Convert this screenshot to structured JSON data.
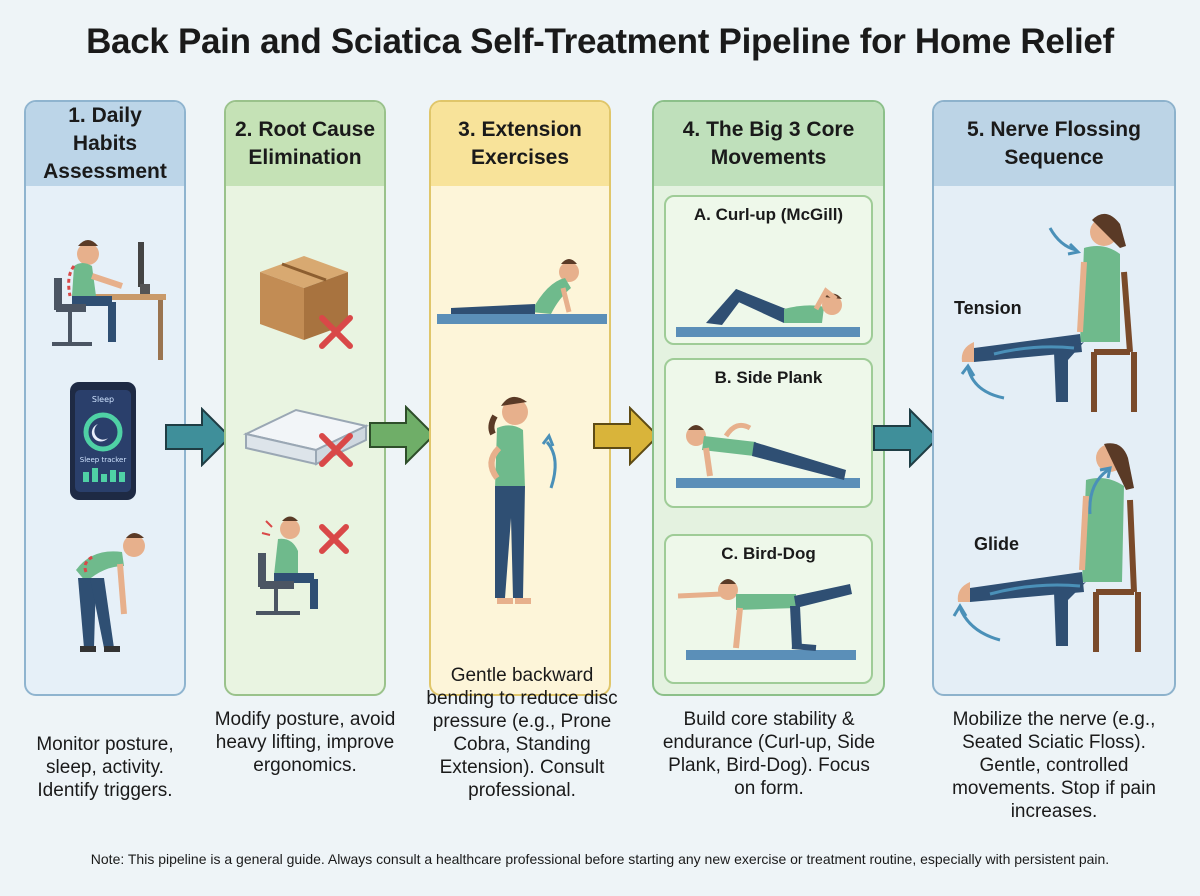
{
  "title": "Back Pain and Sciatica Self-Treatment Pipeline for Home Relief",
  "steps": [
    {
      "heading": "1. Daily Habits Assessment",
      "caption": "Monitor posture, sleep, activity. Identify triggers.",
      "phone": {
        "header": "Sleep",
        "label": "Sleep tracker"
      }
    },
    {
      "heading": "2. Root Cause Elimination",
      "caption": "Modify posture, avoid heavy lifting, improve ergonomics."
    },
    {
      "heading": "3. Extension Exercises",
      "caption": "Gentle backward bending to reduce disc pressure (e.g., Prone Cobra, Standing Extension). Consult professional."
    },
    {
      "heading": "4. The Big 3 Core Movements",
      "caption": "Build core stability & endurance (Curl-up, Side Plank, Bird-Dog). Focus on form.",
      "subcards": [
        "A. Curl-up (McGill)",
        "B. Side Plank",
        "C. Bird-Dog"
      ]
    },
    {
      "heading": "5. Nerve Flossing Sequence",
      "caption": "Mobilize the nerve (e.g., Seated Sciatic Floss). Gentle, controlled movements. Stop if pain increases.",
      "labels": [
        "Tension",
        "Glide"
      ]
    }
  ],
  "note": "Note: This pipeline is a general guide. Always consult a healthcare professional before starting any new exercise or treatment routine, especially with persistent pain.",
  "colors": {
    "arrow1": "#3f8f9a",
    "arrow2": "#6fae68",
    "arrow3": "#d9b43a",
    "arrow4": "#3f8f9a",
    "cross": "#d94848",
    "mat": "#5b8fb8",
    "shirt": "#6fba8c",
    "pants": "#2f4f73"
  }
}
